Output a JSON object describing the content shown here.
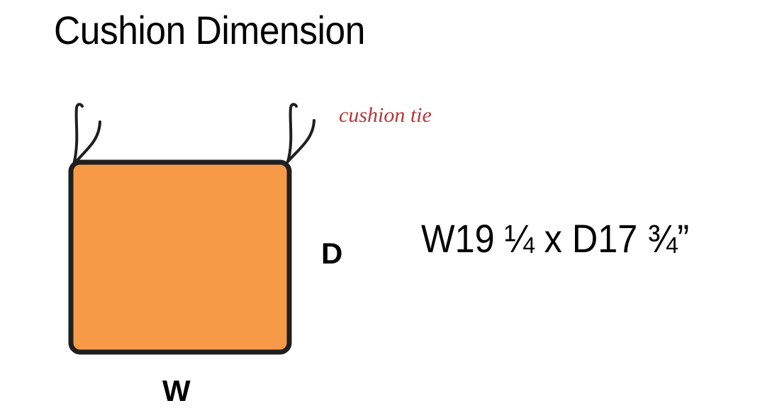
{
  "title": "Cushion Dimension",
  "tie_label": "cushion tie",
  "labels": {
    "depth": "D",
    "width": "W"
  },
  "dimension_text": "W19 ¼ x D17 ¾”",
  "colors": {
    "cushion_fill": "#f79a48",
    "outline": "#1f1f1f",
    "tie_label": "#b5373a"
  }
}
